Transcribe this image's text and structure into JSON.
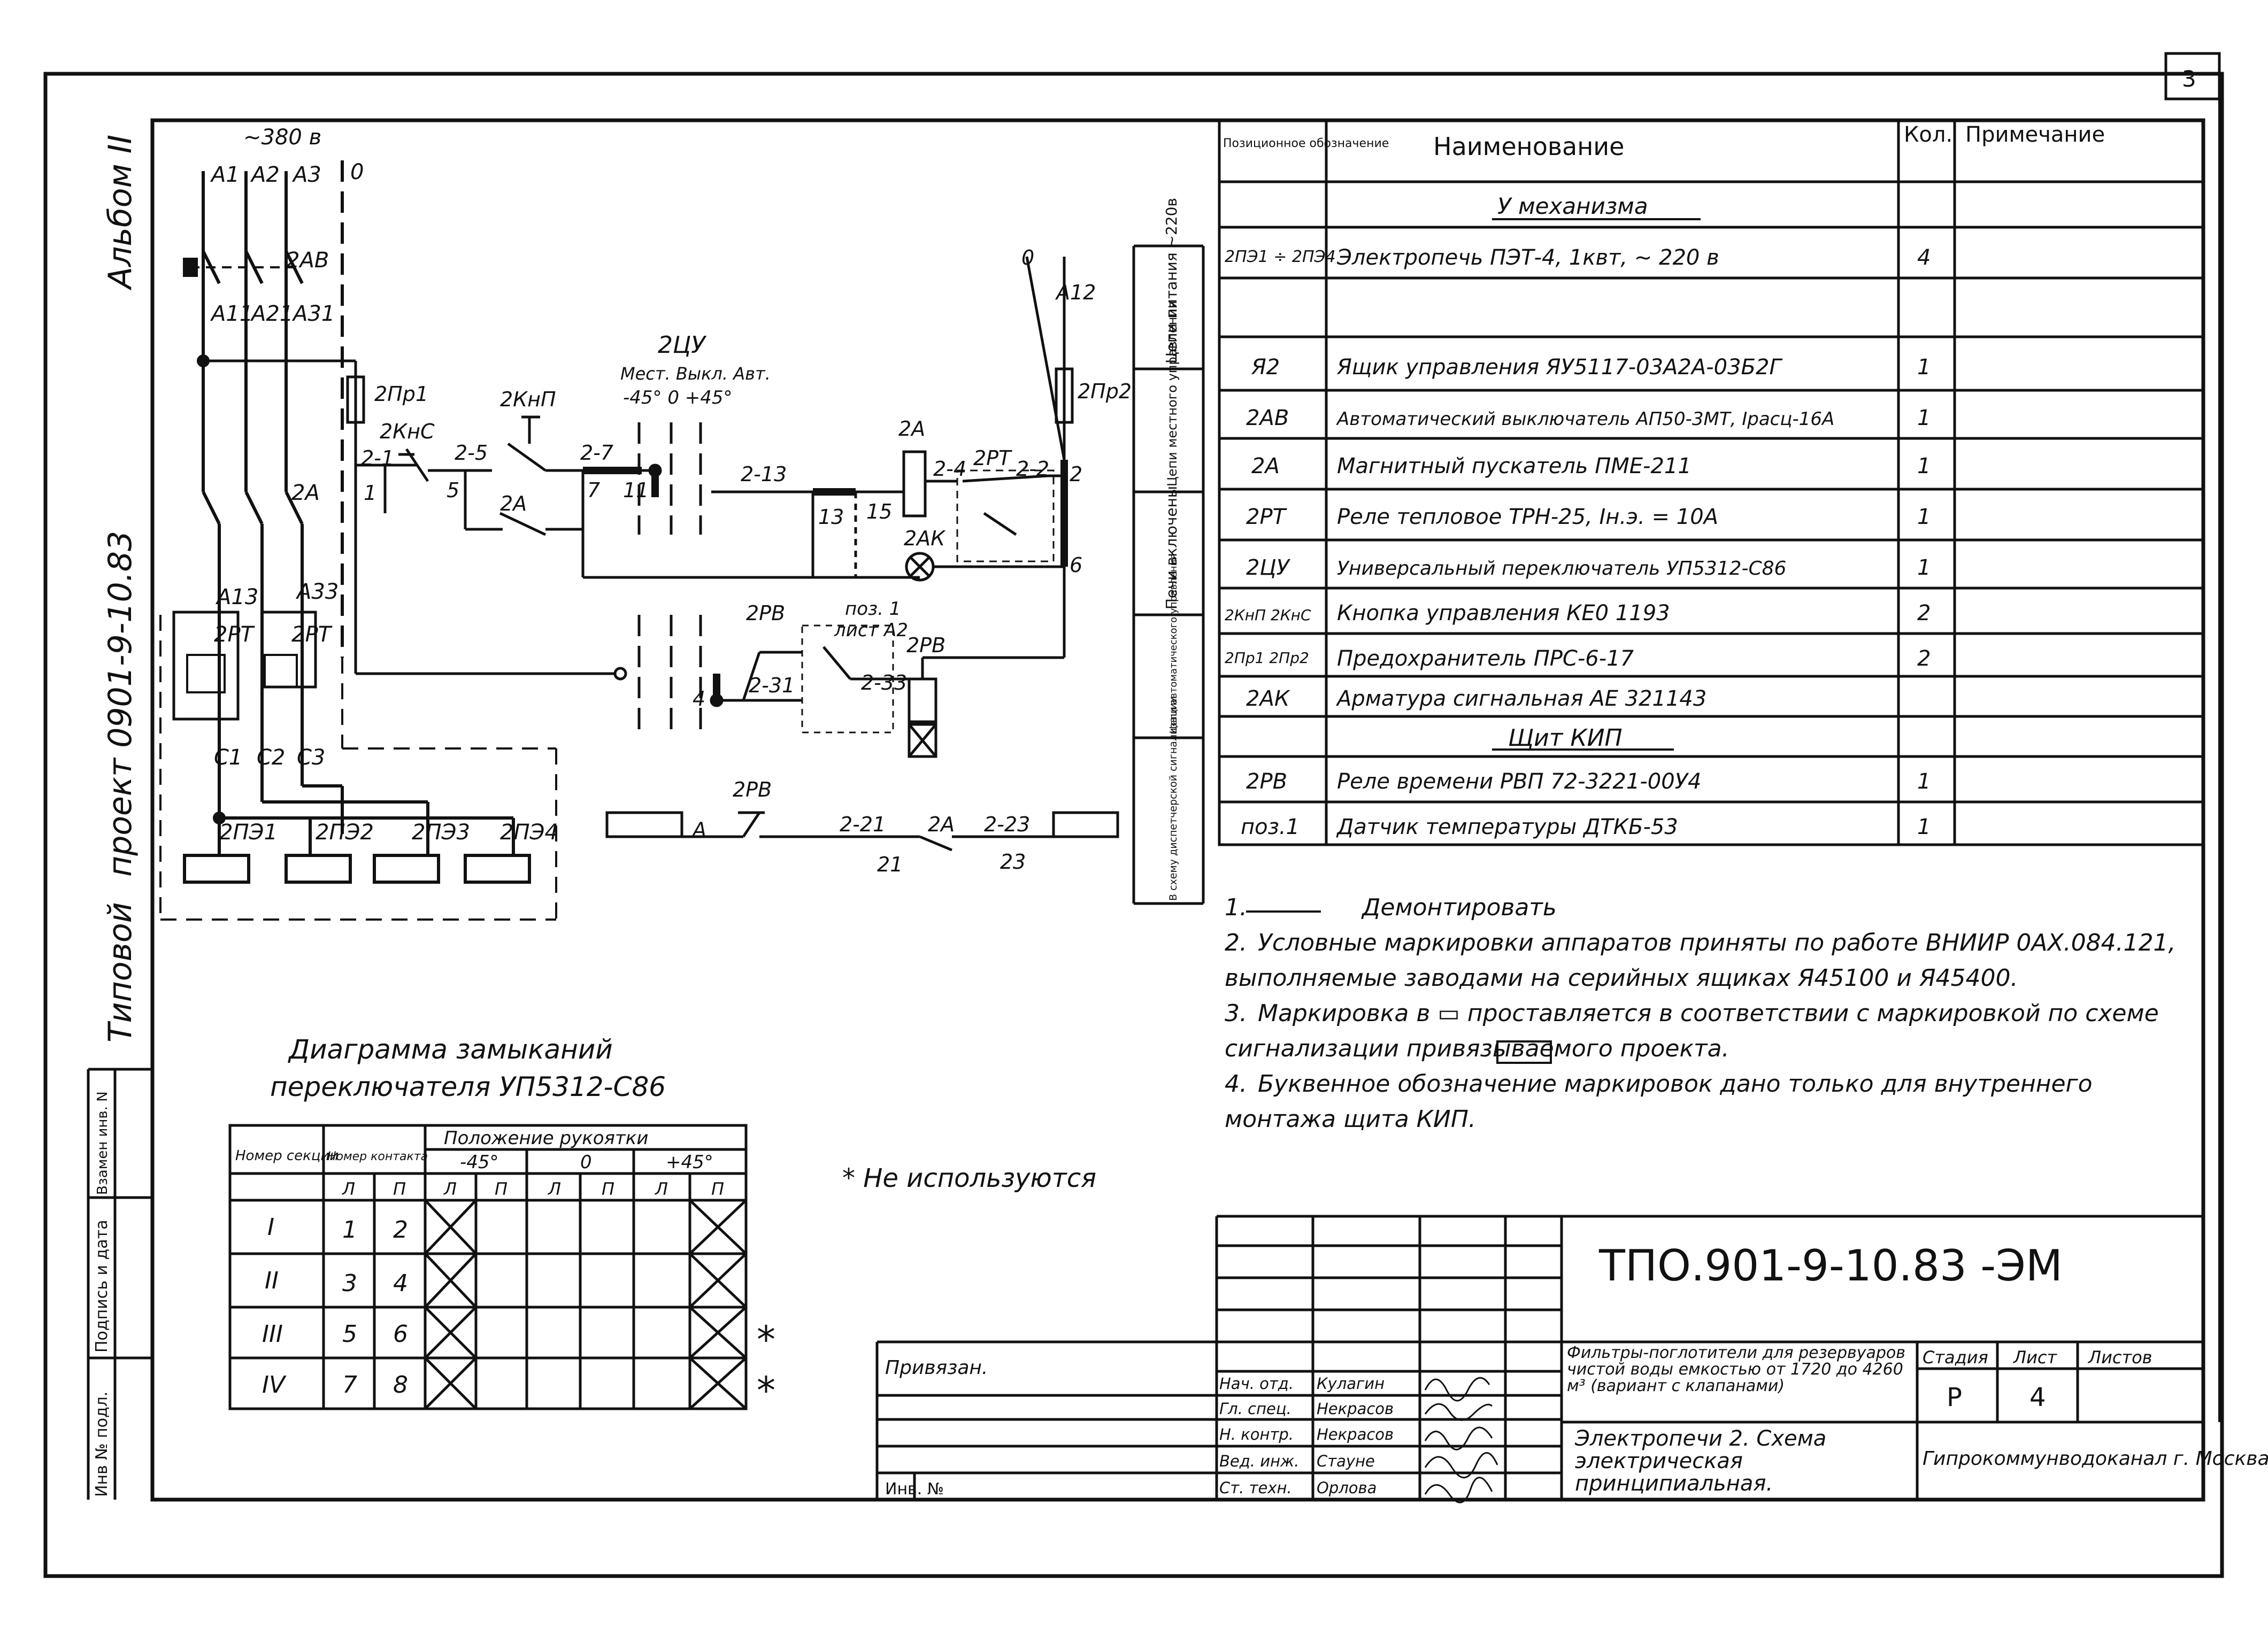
{
  "sheet_corner": "3",
  "left_strip": {
    "album": "Альбом II",
    "project": "проект 0901-9-10.83",
    "typical": "Типовой",
    "cells": [
      "Инв № подл.",
      "Подпись и дата",
      "Взамен инв. N"
    ]
  },
  "voltage": "~380 в",
  "phase_labels": [
    "А1",
    "А2",
    "А3"
  ],
  "neutral_label": "0",
  "breaker_label": "2АВ",
  "after_breaker": [
    "А11",
    "А21",
    "А31"
  ],
  "contactor_label": "2А",
  "relay_top": [
    "А13",
    "А33"
  ],
  "relay_labels": [
    "2РТ",
    "2РТ"
  ],
  "c_labels": [
    "С1",
    "С2",
    "С3"
  ],
  "heaters": [
    "2ПЭ1",
    "2ПЭ2",
    "2ПЭ3",
    "2ПЭ4"
  ],
  "control": {
    "fuse1": "2Пр1",
    "fuse2": "2Пр2",
    "zero": "0",
    "a12": "А12",
    "btn_stop": "2КнС",
    "btn_start": "2КнП",
    "node_21": "2-1",
    "node_1": "1",
    "node_25": "2-5",
    "node_5": "5",
    "aux_2a": "2А",
    "node_27": "2-7",
    "node_7": "7",
    "node_11": "11",
    "switch_name": "2ЦУ",
    "switch_modes": "Мест. Выкл. Авт.",
    "switch_angles": "-45° 0 +45°",
    "node_213": "2-13",
    "node_13": "13",
    "node_15": "15",
    "coil_2a": "2А",
    "node_24": "2-4",
    "rt_contact": "2РТ",
    "node_22": "2-2",
    "node_2": "2",
    "lamp": "2АК",
    "node_6": "6",
    "rv_label": "2РВ",
    "poz": "поз. 1",
    "list": "лист А2",
    "node_231": "2-31",
    "node_233": "2-33",
    "rv_coil": "2РВ",
    "node_4": "4",
    "sig_a": "А",
    "sig_rv": "2РВ",
    "node_221": "2-21",
    "node_21b": "21",
    "sig_2a": "2А",
    "node_223": "2-23",
    "node_23": "23"
  },
  "side_groups": [
    "Цепи питания ~220в",
    "Цепи местного управления",
    "Печи включены",
    "Цепи автоматического управления",
    "В схему диспетчерской сигнализации"
  ],
  "spec_table": {
    "headers": [
      "Позиционное обозначение",
      "Наименование",
      "Кол.",
      "Примечание"
    ],
    "section1": "У механизма",
    "rows": [
      {
        "pos": "2ПЭ1 ÷ 2ПЭ4",
        "name": "Электропечь ПЭТ-4, 1квт, ~ 220 в",
        "qty": "4"
      },
      {
        "pos": "Я2",
        "name": "Ящик управления ЯУ5117-03А2А-03Б2Г",
        "qty": "1"
      },
      {
        "pos": "2АВ",
        "name": "Автоматический выключатель АП50-3МТ, Iрасц-16А",
        "qty": "1"
      },
      {
        "pos": "2А",
        "name": "Магнитный пускатель ПМЕ-211",
        "qty": "1"
      },
      {
        "pos": "2РТ",
        "name": "Реле тепловое ТРН-25, Iн.э. = 10А",
        "qty": "1"
      },
      {
        "pos": "2ЦУ",
        "name": "Универсальный переключатель УП5312-С86",
        "qty": "1"
      },
      {
        "pos": "2КнП 2КнС",
        "name": "Кнопка управления КЕ0 1193",
        "qty": "2"
      },
      {
        "pos": "2Пр1 2Пр2",
        "name": "Предохранитель ПРС-6-17",
        "qty": "2"
      },
      {
        "pos": "2АК",
        "name": "Арматура сигнальная АЕ 321143",
        "qty": ""
      }
    ],
    "section2": "Щит КИП",
    "rows2": [
      {
        "pos": "2РВ",
        "name": "Реле времени РВП 72-3221-00У4",
        "qty": "1"
      },
      {
        "pos": "поз.1",
        "name": "Датчик температуры ДТКБ-53",
        "qty": "1"
      }
    ]
  },
  "notes": [
    {
      "num": "1.",
      "text": "Демонтировать"
    },
    {
      "num": "2.",
      "text": "Условные маркировки аппаратов приняты по работе ВНИИР 0АХ.084.121, выполняемые заводами на серийных ящиках Я45100 и Я45400."
    },
    {
      "num": "3.",
      "text": "Маркировка в ▭ проставляется в соответствии с маркировкой по схеме сигнализации привязываемого проекта."
    },
    {
      "num": "4.",
      "text": "Буквенное обозначение маркировок дано только для внутреннего монтажа щита КИП."
    }
  ],
  "diagram": {
    "title1": "Диаграмма замыканий",
    "title2": "переключателя УП5312-С86",
    "h_number": "Номер секции",
    "h_contact": "Номер контакта",
    "h_position": "Положение рукоятки",
    "positions": [
      "-45°",
      "0",
      "+45°"
    ],
    "sub": [
      "Л",
      "П"
    ],
    "rows": [
      {
        "sec": "I",
        "l": "1",
        "p": "2"
      },
      {
        "sec": "II",
        "l": "3",
        "p": "4"
      },
      {
        "sec": "III",
        "l": "5",
        "p": "6"
      },
      {
        "sec": "IV",
        "l": "7",
        "p": "8"
      }
    ],
    "unused_mark": "*",
    "unused_note": "* Не используются"
  },
  "title_block": {
    "code": "ТПО.901-9-10.83 -ЭМ",
    "bound": "Привязан.",
    "inv": "Инв. №",
    "roles": [
      "Нач. отд.",
      "Гл. спец.",
      "Н. контр.",
      "Вед. инж.",
      "Ст. техн."
    ],
    "names": [
      "Кулагин",
      "Некрасов",
      "Некрасов",
      "Стауне",
      "Орлова"
    ],
    "object": "Фильтры-поглотители для резервуаров чистой воды емкостью от 1720 до 4260 м³ (вариант с клапанами)",
    "stage_h": "Стадия",
    "sheet_h": "Лист",
    "sheets_h": "Листов",
    "stage": "Р",
    "sheet": "4",
    "drawing": "Электропечи 2. Схема электрическая принципиальная.",
    "org": "Гипрокоммунводоканал г. Москва"
  }
}
